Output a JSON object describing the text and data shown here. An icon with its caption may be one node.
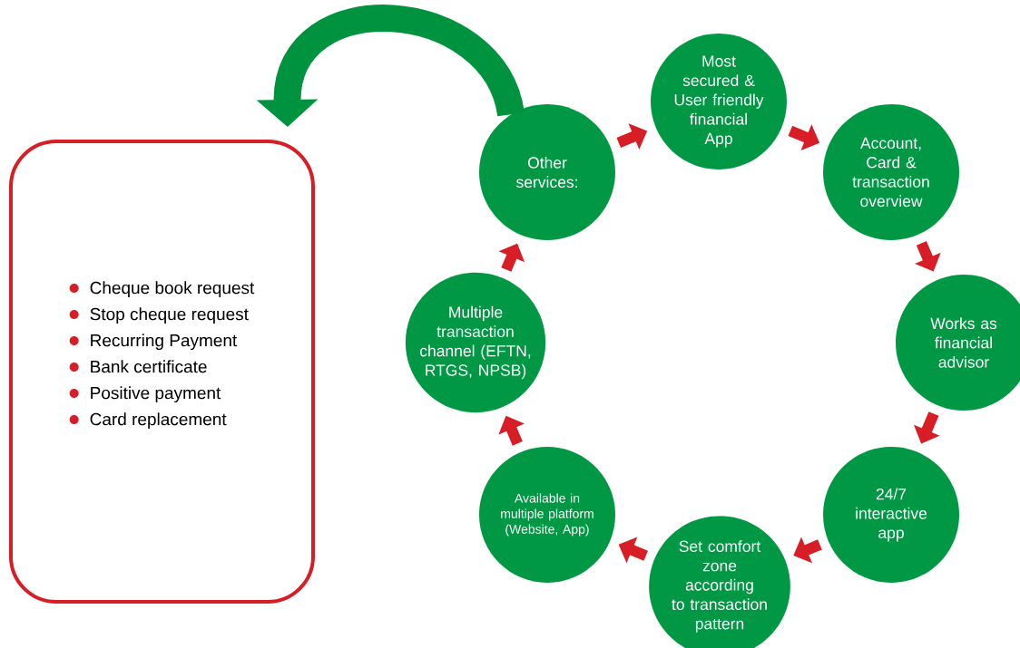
{
  "diagram": {
    "nodes": [
      {
        "text": [
          "Most secured & User friendly financial App"
        ]
      },
      {
        "text": [
          "Account, Card & transaction overview"
        ]
      },
      {
        "text": [
          "Works as financial advisor"
        ]
      },
      {
        "text": [
          "24/7 interactive app"
        ]
      },
      {
        "text": [
          "Set comfort zone according to transaction pattern"
        ]
      },
      {
        "text": [
          "Available in multiple platform (Website, App)"
        ]
      },
      {
        "text": [
          "Multiple transaction channel (EFTN, RTGS, NPSB)"
        ]
      },
      {
        "text": [
          "Other services:"
        ]
      },
      {
        "text": [
          "Cheque book request",
          "Stop cheque request",
          "Recurring Payment",
          "Bank certificate",
          "Positive payment",
          "Card replacement"
        ]
      }
    ],
    "edges": [
      {
        "from": 0,
        "to": 1,
        "arrow": "to"
      },
      {
        "from": 1,
        "to": 2,
        "arrow": "to"
      },
      {
        "from": 2,
        "to": 3,
        "arrow": "to"
      },
      {
        "from": 3,
        "to": 4,
        "arrow": "to"
      },
      {
        "from": 4,
        "to": 5,
        "arrow": "to"
      },
      {
        "from": 5,
        "to": 6,
        "arrow": "to"
      },
      {
        "from": 6,
        "to": 7,
        "arrow": "to"
      },
      {
        "from": 7,
        "to": 0,
        "arrow": "to"
      },
      {
        "from": 7,
        "to": 8,
        "arrow": "to",
        "style": "thick",
        "color": "#00933f"
      }
    ]
  }
}
